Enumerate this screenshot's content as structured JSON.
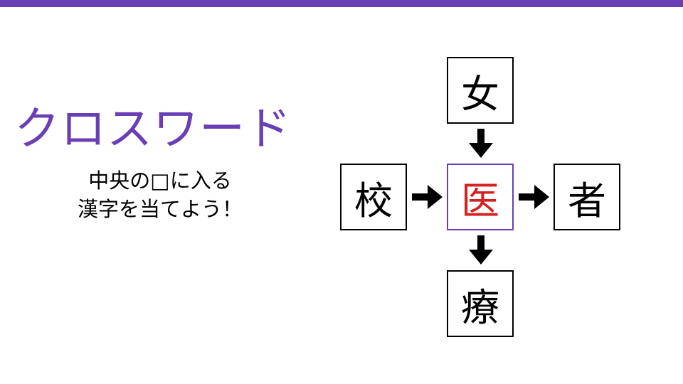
{
  "slide": {
    "title": "クロスワード",
    "instruction_line1": "中央の□に入る",
    "instruction_line2": "漢字を当てよう！"
  },
  "puzzle": {
    "top": "女",
    "left": "校",
    "center": "医",
    "right": "者",
    "bottom": "療"
  },
  "colors": {
    "accent": "#6a3fb5",
    "center_text": "#d42121",
    "text": "#000000"
  },
  "icons": {
    "arrow": "arrow-icon"
  }
}
